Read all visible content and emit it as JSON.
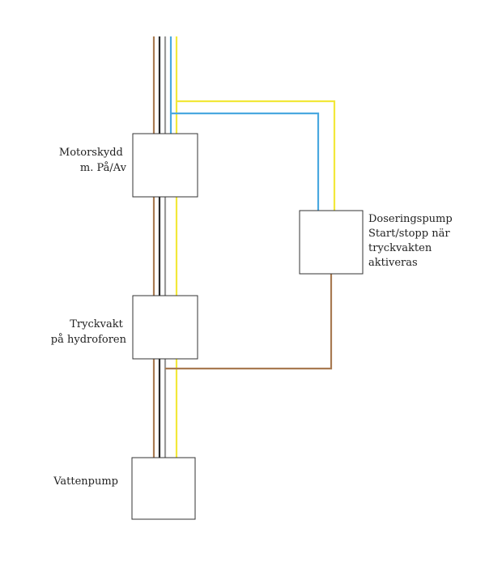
{
  "colors": {
    "brown": "#a87a52",
    "black": "#2a2a2a",
    "grey": "#9a9a9a",
    "blue": "#4aa8e0",
    "yellow": "#f2e83a",
    "box_stroke": "#333333",
    "text": "#222222"
  },
  "boxes": {
    "motor_protection": {
      "lines": [
        "Motorskydd",
        "m. På/Av"
      ]
    },
    "pressure_switch": {
      "lines": [
        "Tryckvakt",
        "på hydroforen"
      ]
    },
    "water_pump": {
      "lines": [
        "Vattenpump"
      ]
    },
    "dosing_pump": {
      "lines": [
        "Doseringspump",
        "Start/stopp när",
        "tryckvakten",
        "aktiveras"
      ]
    }
  }
}
